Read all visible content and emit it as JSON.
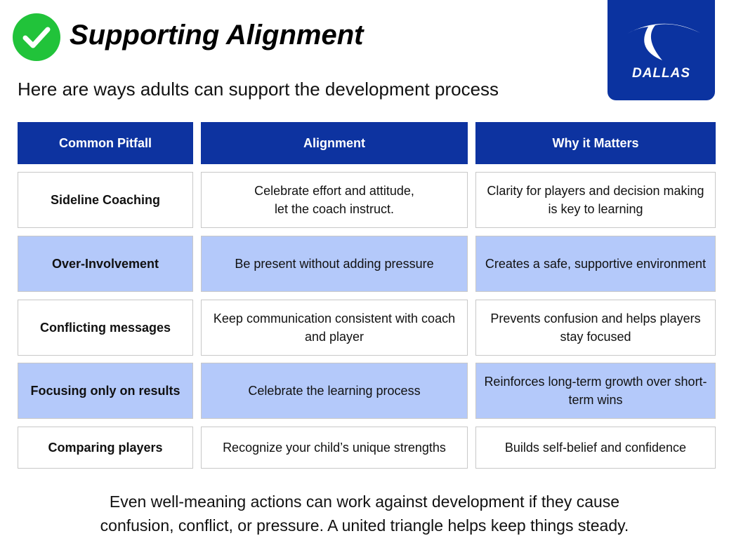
{
  "title": "Supporting Alignment",
  "subtitle": "Here are ways adults can support the development process",
  "logo": {
    "text": "DALLAS",
    "color": "#0b33a0"
  },
  "icons": {
    "check": "check-circle-icon"
  },
  "table": {
    "headers": [
      "Common Pitfall",
      "Alignment",
      "Why it Matters"
    ],
    "rows": [
      [
        "Sideline Coaching",
        "Celebrate effort and attitude,\nlet the coach instruct.",
        "Clarity for players and decision making is key to learning"
      ],
      [
        "Over-Involvement",
        "Be present without adding pressure",
        "Creates a safe, supportive environment"
      ],
      [
        "Conflicting messages",
        "Keep communication consistent with coach and player",
        "Prevents confusion and helps players stay focused"
      ],
      [
        "Focusing only on results",
        "Celebrate the learning process",
        "Reinforces long-term growth over short-term wins"
      ],
      [
        "Comparing players",
        "Recognize your child’s unique strengths",
        "Builds self-belief and confidence"
      ]
    ]
  },
  "footer": {
    "line1": "Even well-meaning actions can work against development if they cause",
    "line2": "confusion, conflict, or pressure. A united triangle helps keep things steady."
  },
  "colors": {
    "header": "#0d33a0",
    "alt_row": "#b4c9fa",
    "check": "#21c33a"
  }
}
